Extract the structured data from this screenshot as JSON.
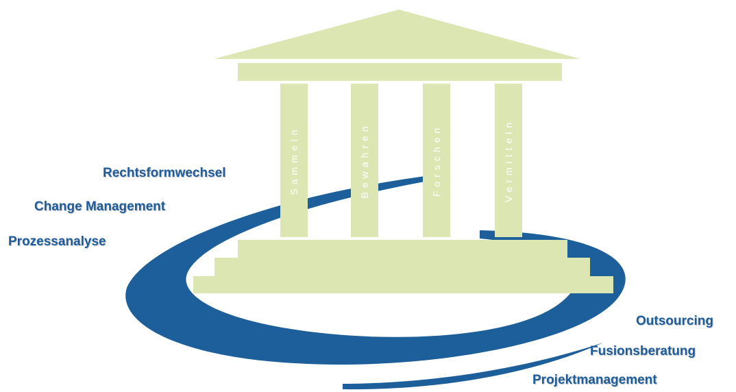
{
  "colors": {
    "building": "#dbe6b2",
    "swoosh": "#1d5f9a",
    "label_text": "#1e5c9a",
    "pillar_text": "#ffffff"
  },
  "pillars": [
    {
      "label": "Sammeln"
    },
    {
      "label": "Bewahren"
    },
    {
      "label": "Forschen"
    },
    {
      "label": "Vermitteln"
    }
  ],
  "services_left": [
    {
      "label": "Rechtsformwechsel"
    },
    {
      "label": "Change Management"
    },
    {
      "label": "Prozessanalyse"
    }
  ],
  "services_right": [
    {
      "label": "Outsourcing"
    },
    {
      "label": "Fusionsberatung"
    },
    {
      "label": "Projektmanagement"
    }
  ]
}
